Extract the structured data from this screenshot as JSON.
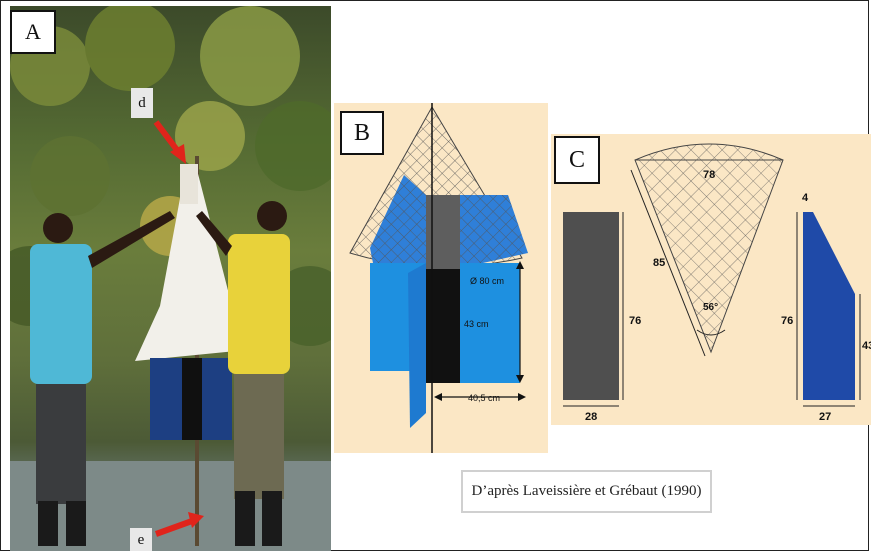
{
  "panels": {
    "a": {
      "label": "A",
      "arrow_top_label": "d",
      "arrow_bottom_label": "e"
    },
    "b": {
      "label": "B",
      "diameter_label": "Ø 80 cm",
      "height_label": "43 cm",
      "width_label": "40,5 cm"
    },
    "c": {
      "label": "C",
      "rect_height": "76",
      "rect_width": "28",
      "cone_top": "78",
      "cone_side": "85",
      "cone_angle": "56°",
      "trap_top": "4",
      "trap_left": "76",
      "trap_right": "43",
      "trap_bottom": "27"
    }
  },
  "citation": "D’après Laveissière et Grébaut (1990)",
  "colors": {
    "panel_background": "#fbe7c5",
    "blue_cloth": "#1e90e0",
    "dark_blue_cloth": "#1f4aa8",
    "black_cloth": "#111111",
    "grey_cloth": "#4a4a4a",
    "net": "#555555",
    "arrow_red": "#e0241b"
  }
}
